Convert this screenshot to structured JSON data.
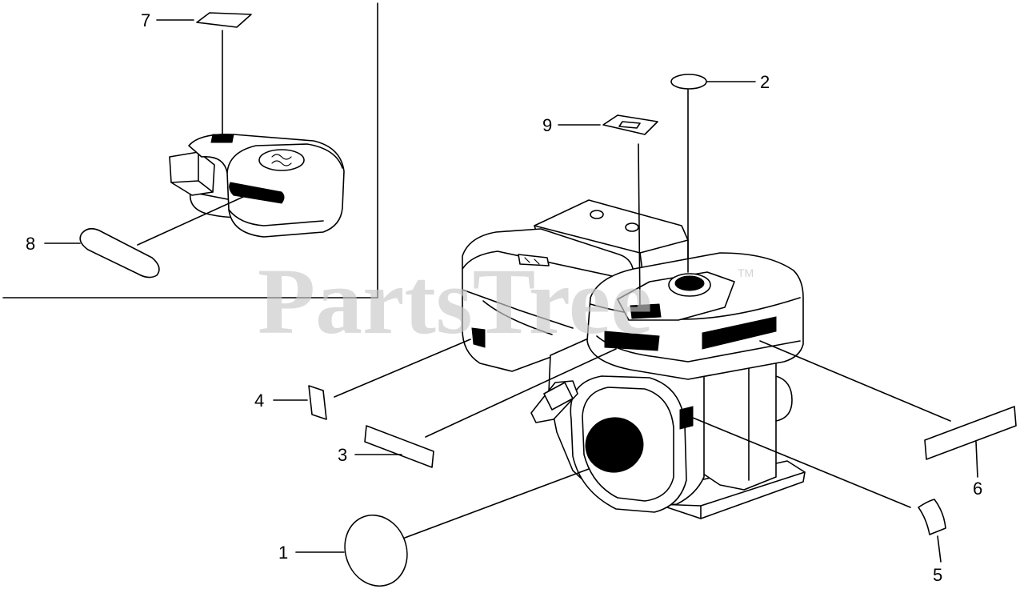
{
  "watermark": {
    "text": "PartsTree",
    "tm": "TM"
  },
  "callouts": [
    {
      "id": 1,
      "label": "1",
      "part": "round-label"
    },
    {
      "id": 2,
      "label": "2",
      "part": "oval-label"
    },
    {
      "id": 3,
      "label": "3",
      "part": "rectangular-label"
    },
    {
      "id": 4,
      "label": "4",
      "part": "small-label"
    },
    {
      "id": 5,
      "label": "5",
      "part": "curved-label"
    },
    {
      "id": 6,
      "label": "6",
      "part": "long-label"
    },
    {
      "id": 7,
      "label": "7",
      "part": "diamond-label"
    },
    {
      "id": 8,
      "label": "8",
      "part": "slot-label"
    },
    {
      "id": 9,
      "label": "9",
      "part": "slotted-label"
    }
  ]
}
